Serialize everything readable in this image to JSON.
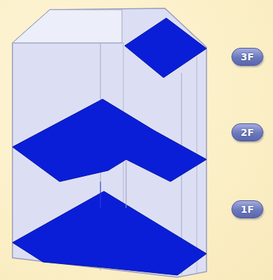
{
  "diagram": {
    "nodes": [
      {
        "text": [
          "3F"
        ]
      },
      {
        "text": [
          "2F"
        ]
      },
      {
        "text": [
          "1F"
        ]
      }
    ]
  }
}
